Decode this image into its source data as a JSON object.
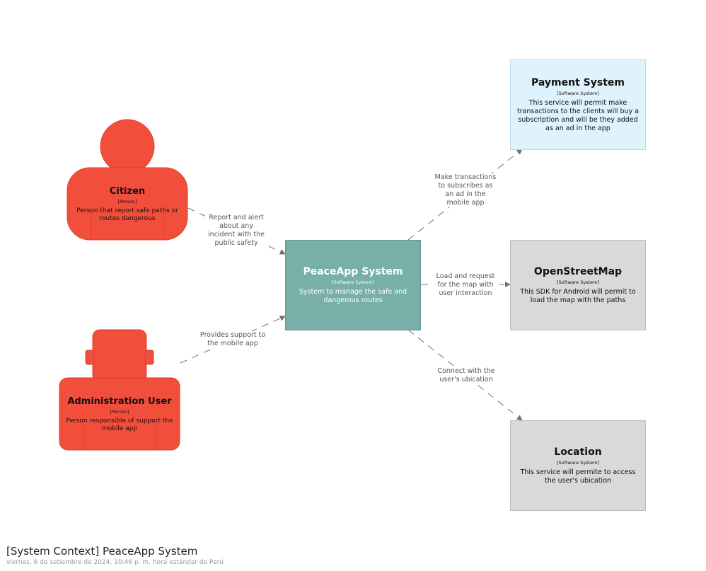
{
  "colors": {
    "person": "#f24e3c",
    "peaceapp": "#78b0a9",
    "payment": "#dff3fd",
    "external": "#d9d9d9",
    "edge": "#707070"
  },
  "nodes": {
    "citizen": {
      "title": "Citizen",
      "type": "[Person]",
      "desc": "Person that report safe paths or routes dangerous"
    },
    "admin": {
      "title": "Administration User",
      "type": "[Person]",
      "desc": "Person responsible of support the mobile app"
    },
    "peaceapp": {
      "title": "PeaceApp System",
      "type": "[Software System]",
      "desc": "System to manage the safe and dangerous routes"
    },
    "payment": {
      "title": "Payment System",
      "type": "[Software System]",
      "desc": "This service will permit make transactions to the clients will buy a subscription and will be they added as an ad in the app"
    },
    "osm": {
      "title": "OpenStreetMap",
      "type": "[Software System]",
      "desc": "This SDK for Android will permit to load the map with the paths"
    },
    "location": {
      "title": "Location",
      "type": "[Software System]",
      "desc": "This service will permite to access the user's ubication"
    }
  },
  "edges": {
    "citizen_peaceapp": "Report and alert about any incident with the public safety",
    "admin_peaceapp": "Provides support to the mobile app",
    "peaceapp_payment": "Make transactions to subscribes as an ad in the mobile app",
    "peaceapp_osm": "Load and request for the map with user interaction",
    "peaceapp_location": "Connect with the user's ubication"
  },
  "footer": {
    "title": "[System Context] PeaceApp System",
    "date": "viernes, 6 de setiembre de 2024, 10:46 p. m. hora estándar de Perú"
  }
}
